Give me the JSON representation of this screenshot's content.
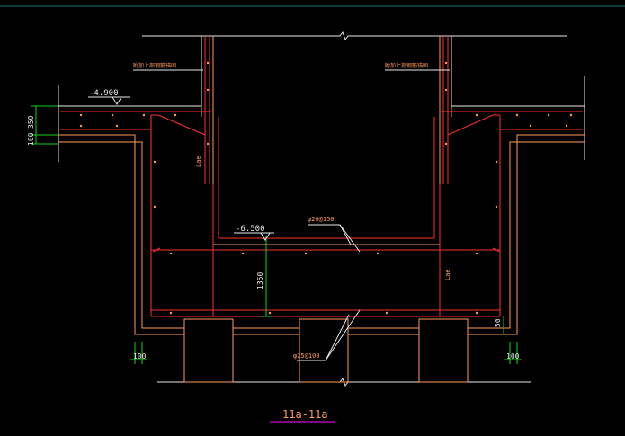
{
  "drawing": {
    "section_title": "11a-11a",
    "elev_top": "-4.900",
    "elev_pit": "-6.500",
    "dim_left_350": "350",
    "dim_left_100": "100",
    "dim_depth": "1350",
    "dim_bottom_left": "100",
    "dim_bottom_right": "100",
    "dim_right_50": "50",
    "label_lae_left": "Lae",
    "label_lae_right": "Lae",
    "rebar_top": "φ20@150",
    "rebar_bottom": "φ25@100",
    "note_left": "附加上部钢筋锚固",
    "note_right": "附加上部钢筋锚固"
  },
  "colors": {
    "background": "#000000",
    "structure": "#e8e8e8",
    "rebar": "#ff3030",
    "outline": "#ff9a5a",
    "dimension": "#19d019",
    "text": "#ff9a5a",
    "title_underline": "#ff00ff",
    "frame": "#2a6f7a"
  }
}
